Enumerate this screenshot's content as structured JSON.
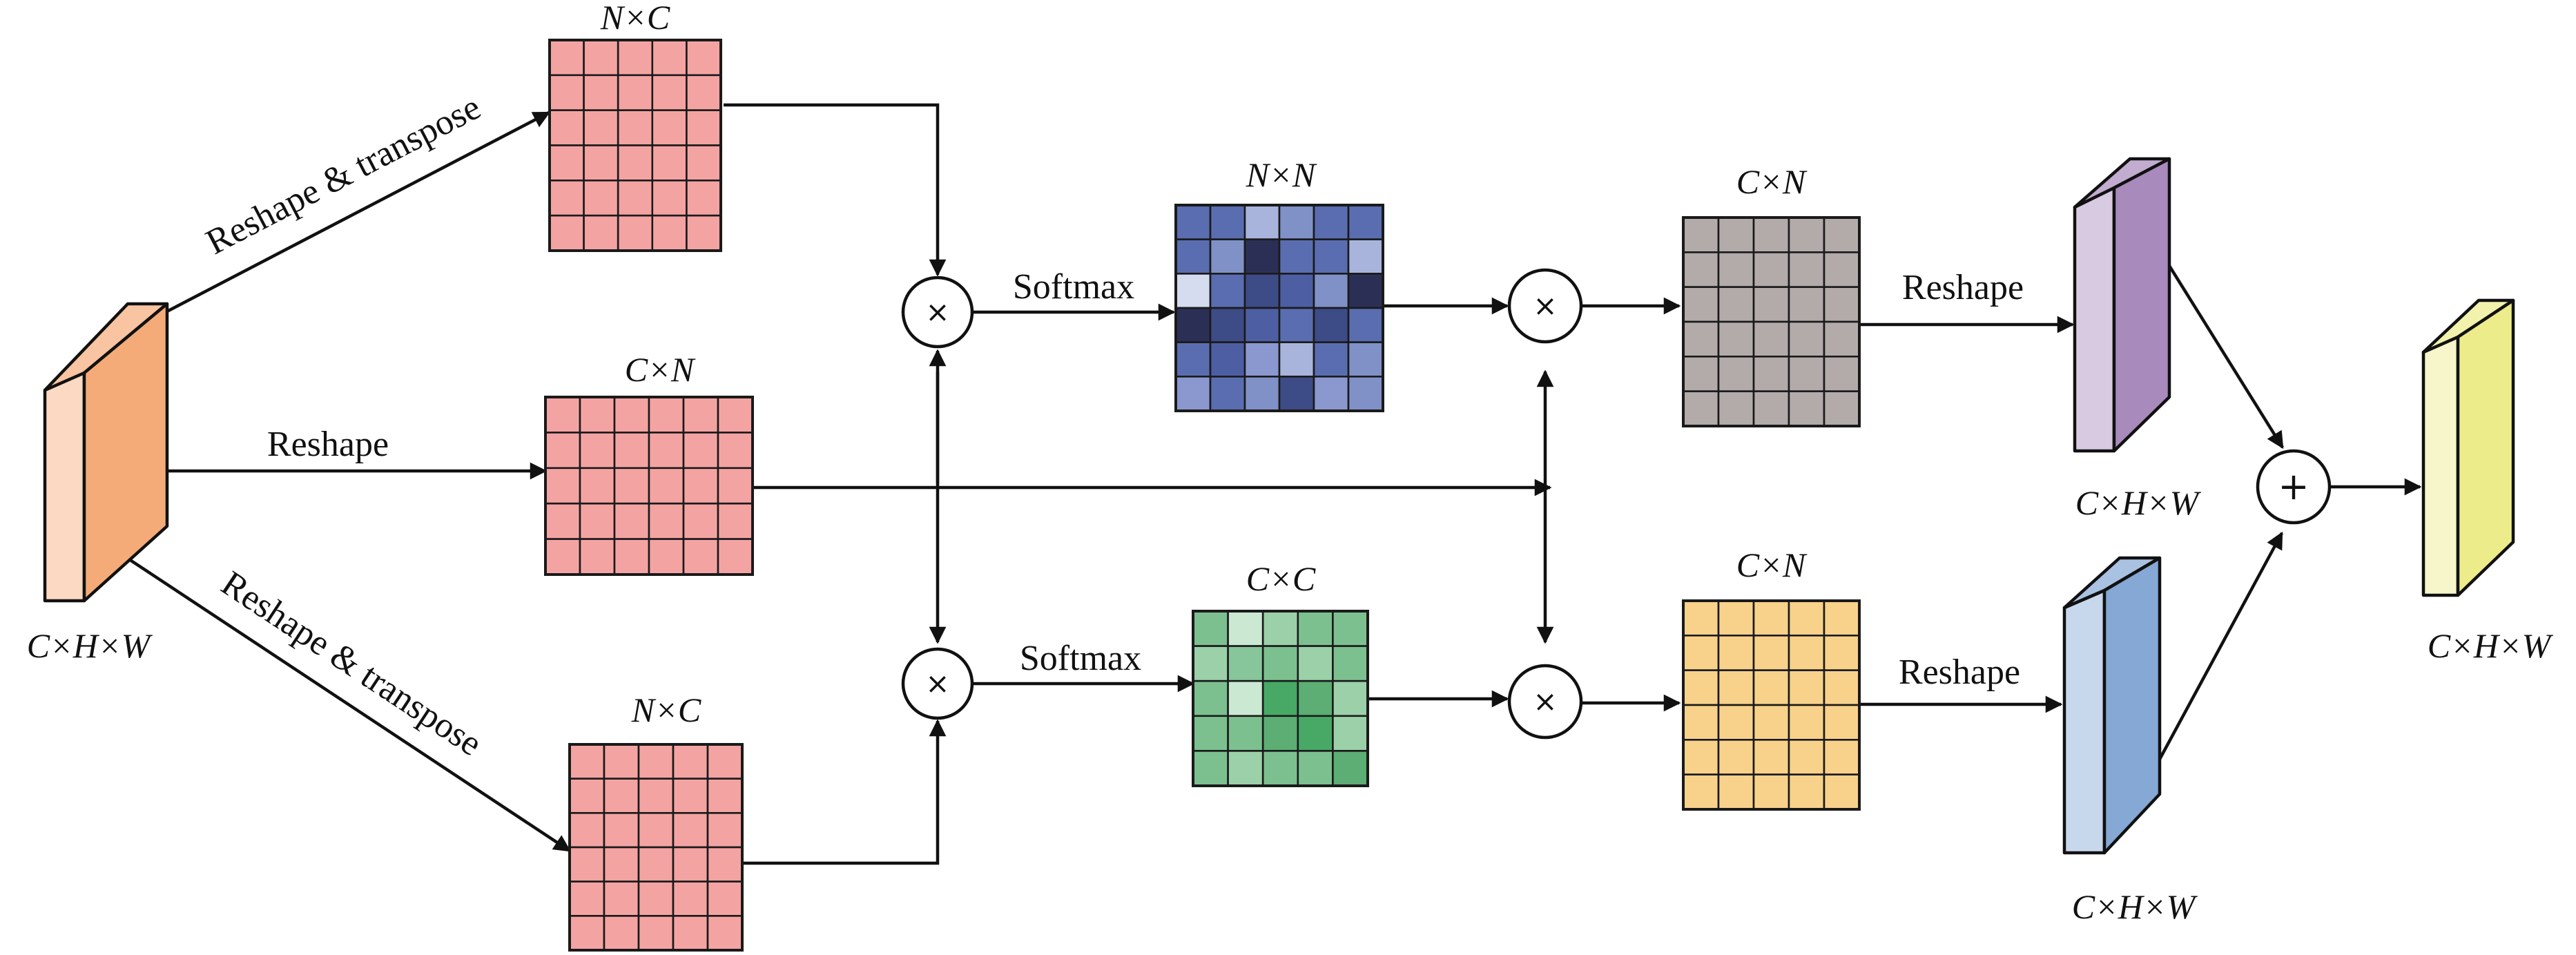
{
  "diagram": {
    "input": {
      "dims": "C×H×W",
      "color": "#f5ab78"
    },
    "matrices": {
      "query": {
        "dims": "N×C",
        "color": "#f4a3a3"
      },
      "key": {
        "dims": "C×N",
        "color": "#f4a3a3"
      },
      "value": {
        "dims": "N×C",
        "color": "#f4a3a3"
      },
      "position_attention": {
        "dims": "N×N"
      },
      "channel_attention": {
        "dims": "C×C"
      },
      "position_output": {
        "dims": "C×N",
        "color": "#b3aaaa"
      },
      "channel_output": {
        "dims": "C×N",
        "color": "#f8d28a"
      }
    },
    "features": {
      "position_feature": {
        "dims": "C×H×W",
        "color": "#a88abc"
      },
      "channel_feature": {
        "dims": "C×H×W",
        "color": "#85a8d4"
      },
      "output": {
        "dims": "C×H×W",
        "color": "#ecec8a"
      }
    },
    "edge_labels": {
      "reshape_transpose_top": "Reshape & transpose",
      "reshape_middle": "Reshape",
      "reshape_transpose_bottom": "Reshape & transpose",
      "softmax_top": "Softmax",
      "softmax_bottom": "Softmax",
      "reshape_position_out": "Reshape",
      "reshape_channel_out": "Reshape"
    },
    "operators": {
      "multiply": "×",
      "add": "+"
    }
  }
}
